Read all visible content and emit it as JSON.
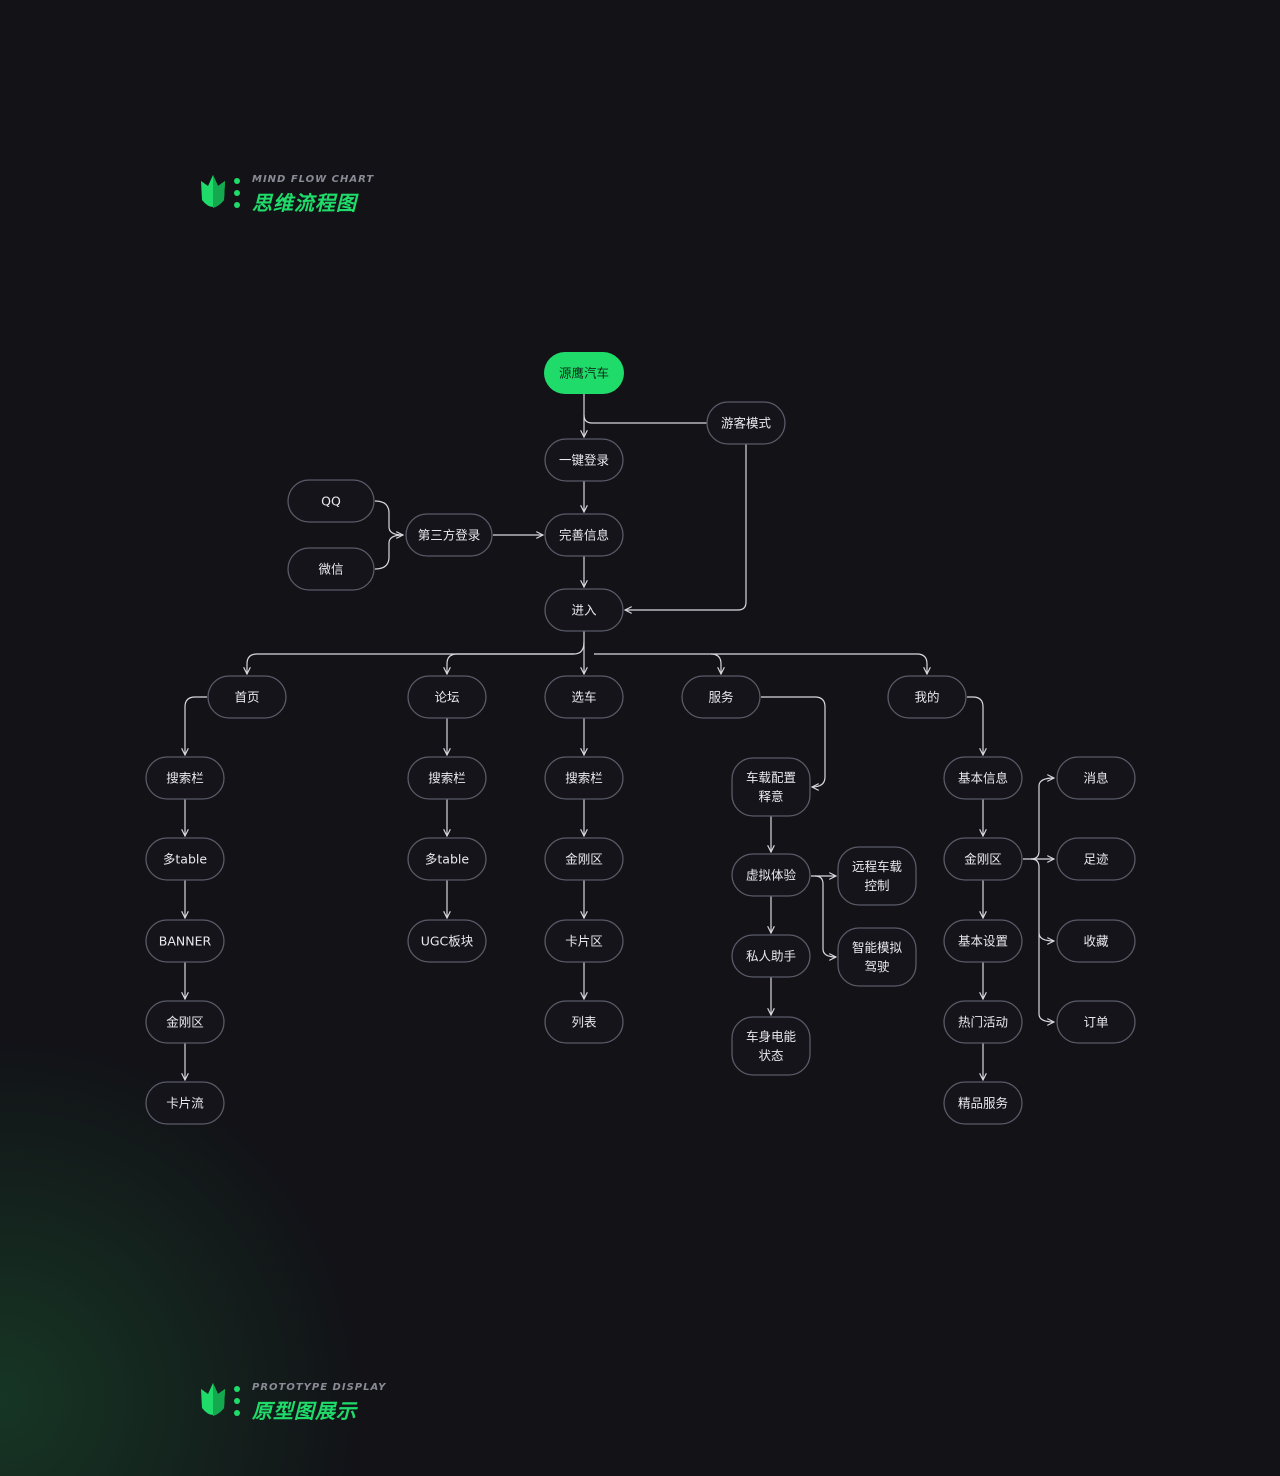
{
  "sections": {
    "mind": {
      "subtitle": "MIND FLOW CHART",
      "title": "思维流程图"
    },
    "prototype": {
      "subtitle": "PROTOTYPE DISPLAY",
      "title": "原型图展示"
    }
  },
  "colors": {
    "accent": "#1fdc6a",
    "background": "#121217",
    "node_border": "#5a5a68",
    "line": "#d8d8de"
  },
  "icons": {
    "logo": "green-leaf-icon"
  },
  "flowchart": {
    "nodes": [
      {
        "id": "root",
        "lines": [
          "源鹰汽车"
        ]
      },
      {
        "id": "guest",
        "lines": [
          "游客模式"
        ]
      },
      {
        "id": "login",
        "lines": [
          "一键登录"
        ]
      },
      {
        "id": "qq",
        "lines": [
          "QQ"
        ]
      },
      {
        "id": "wechat",
        "lines": [
          "微信"
        ]
      },
      {
        "id": "third",
        "lines": [
          "第三方登录"
        ]
      },
      {
        "id": "profile",
        "lines": [
          "完善信息"
        ]
      },
      {
        "id": "enter",
        "lines": [
          "进入"
        ]
      },
      {
        "id": "home",
        "lines": [
          "首页"
        ]
      },
      {
        "id": "forum",
        "lines": [
          "论坛"
        ]
      },
      {
        "id": "select",
        "lines": [
          "选车"
        ]
      },
      {
        "id": "service",
        "lines": [
          "服务"
        ]
      },
      {
        "id": "mine",
        "lines": [
          "我的"
        ]
      },
      {
        "id": "h1",
        "lines": [
          "搜索栏"
        ]
      },
      {
        "id": "h2",
        "lines": [
          "多table"
        ]
      },
      {
        "id": "h3",
        "lines": [
          "BANNER"
        ]
      },
      {
        "id": "h4",
        "lines": [
          "金刚区"
        ]
      },
      {
        "id": "h5",
        "lines": [
          "卡片流"
        ]
      },
      {
        "id": "f1",
        "lines": [
          "搜索栏"
        ]
      },
      {
        "id": "f2",
        "lines": [
          "多table"
        ]
      },
      {
        "id": "f3",
        "lines": [
          "UGC板块"
        ]
      },
      {
        "id": "c1",
        "lines": [
          "搜索栏"
        ]
      },
      {
        "id": "c2",
        "lines": [
          "金刚区"
        ]
      },
      {
        "id": "c3",
        "lines": [
          "卡片区"
        ]
      },
      {
        "id": "c4",
        "lines": [
          "列表"
        ]
      },
      {
        "id": "s1",
        "lines": [
          "车载配置",
          "释意"
        ]
      },
      {
        "id": "s2",
        "lines": [
          "虚拟体验"
        ]
      },
      {
        "id": "s3",
        "lines": [
          "私人助手"
        ]
      },
      {
        "id": "s4",
        "lines": [
          "车身电能",
          "状态"
        ]
      },
      {
        "id": "s5",
        "lines": [
          "远程车载",
          "控制"
        ]
      },
      {
        "id": "s6",
        "lines": [
          "智能模拟",
          "驾驶"
        ]
      },
      {
        "id": "m1",
        "lines": [
          "基本信息"
        ]
      },
      {
        "id": "m2",
        "lines": [
          "金刚区"
        ]
      },
      {
        "id": "m3",
        "lines": [
          "基本设置"
        ]
      },
      {
        "id": "m4",
        "lines": [
          "热门活动"
        ]
      },
      {
        "id": "m5",
        "lines": [
          "精品服务"
        ]
      },
      {
        "id": "r1",
        "lines": [
          "消息"
        ]
      },
      {
        "id": "r2",
        "lines": [
          "足迹"
        ]
      },
      {
        "id": "r3",
        "lines": [
          "收藏"
        ]
      },
      {
        "id": "r4",
        "lines": [
          "订单"
        ]
      }
    ]
  }
}
